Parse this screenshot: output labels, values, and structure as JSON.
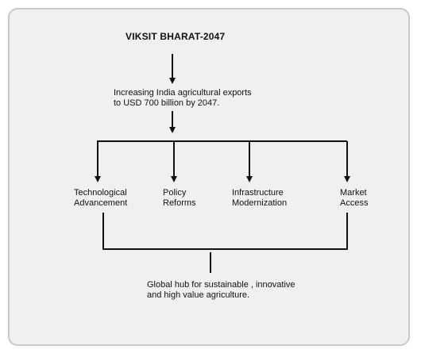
{
  "diagram": {
    "title": "VIKSIT BHARAT-2047",
    "goal": "Increasing India agricultural exports\nto USD 700 billion by 2047.",
    "pillars": [
      {
        "label": "Technological\nAdvancement"
      },
      {
        "label": "Policy\nReforms"
      },
      {
        "label": "Infrastructure\nModernization"
      },
      {
        "label": "Market\nAccess"
      }
    ],
    "outcome": "Global hub for sustainable , innovative\nand high value agriculture."
  }
}
